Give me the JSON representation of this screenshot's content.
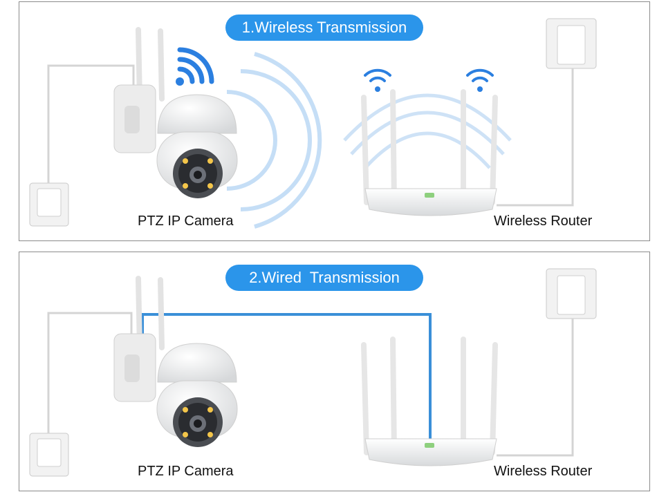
{
  "panels": [
    {
      "title": "1.Wireless Transmission",
      "camera_label": "PTZ IP Camera",
      "router_label": "Wireless Router",
      "mode": "wireless"
    },
    {
      "title": "2.Wired  Transmission",
      "camera_label": "PTZ IP Camera",
      "router_label": "Wireless Router",
      "mode": "wired"
    }
  ],
  "colors": {
    "accent": "#2b95ea",
    "cable": "#3a8fd8",
    "border": "#8a8a8a",
    "device_white": "#f4f4f4"
  },
  "icons": [
    "camera-icon",
    "router-icon",
    "power-outlet-icon",
    "wifi-signal-icon",
    "signal-waves-icon",
    "ethernet-cable-icon"
  ]
}
